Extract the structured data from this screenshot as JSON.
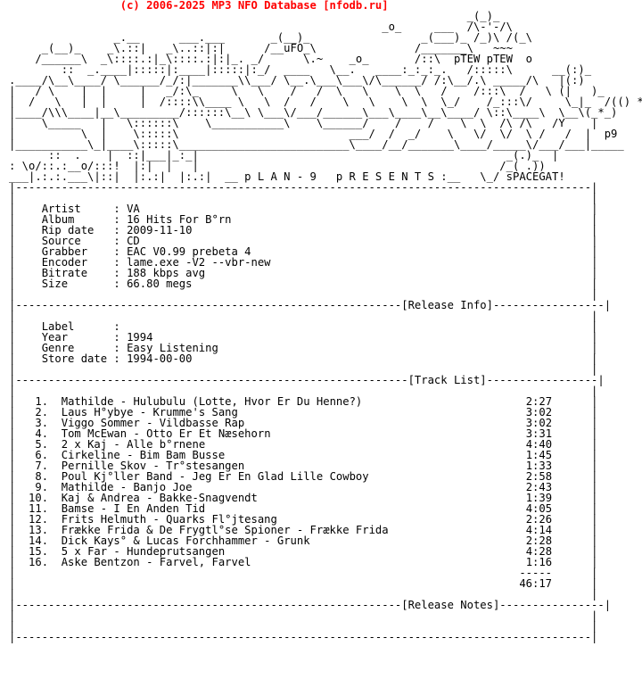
{
  "header": {
    "banner": "(c) 2006-2025 MP3 NFO Database [nfodb.ru]",
    "color": "#ff0000"
  },
  "nfo": {
    "logo_lines": [
      "                                                                      _(_)_",
      "                                                         _o_     ___  /\\-'-/\\",
      "                _.__      ___.___       _(__)_                 _(___)_ /_)\\ /(_\\",
      "     _(__)_    _\\.::|   _\\..::|:|      /__uFO_\\               /_______\\   ~~~",
      "    /______\\  _\\::::.:|_\\::::.:|:|_. _/      \\.~    _o_       /::\\  pTEW pTEW  o",
      "        ::  _.____|:::::|:____|:::::|:_/  ____   \\__.   ____:_:_:_.   /:::::\\      __(:)_",
      ".____/\\__\\____/ \\______/_/:|_______\\\\___/ \\__.\\___\\___\\/\\______/ /:\\__/.\\ _____/\\   |(:)",
      "|   / \\    |  |     |   _/:\\_     \\   \\    /   /  \\   \\    \\  \\   /    /:::\\  /   \\ (|   )_",
      "|  /   \\   |  |     |  /::::\\\\____ \\   \\  /   /    \\   \\    \\  \\  \\_/    /_:::\\/     \\_|_  /(() * )",
      "|____/\\\\\\____|__\\_________/::::::\\__\\ \\___\\/___/______\\___\\____\\__\\____/ \\::\\____\\  \\__\\(_*_)",
      "|    \\_____   |   \\::::::\\    \\___________\\    \\______/    /    /    \\  \\  /\\ /\\   /Y    |",
      "|          \\  |    \\:::::\\                          ___/  /  _/    \\   \\/  \\/  \\ /   /  |  p9",
      "|___________\\_|____\\:::::\\__________________________\\____/__/_______\\____/_____\\/___/___|_____",
      "      ::  .    |  ::|___|_:_|                                               _(.)_  |",
      ": \\o/::.:__o/:::!  |:|  |   |                                              /_( .))",
      "___|.:.:.___\\|::|  |:.:|  |:.:|  __ p L A N - 9   p R E S E N T S :__   \\_/ sPACEGAT!"
    ],
    "top_rule": "|----------------------------------------------------------------------------------------|",
    "tags": [
      {
        "label": "Artist     :",
        "value": "VA"
      },
      {
        "label": "Album      :",
        "value": "16 Hits For B°rn"
      },
      {
        "label": "Rip date   :",
        "value": "2009-11-10"
      },
      {
        "label": "Source     :",
        "value": "CD"
      },
      {
        "label": "Grabber    :",
        "value": "EAC V0.99 prebeta 4"
      },
      {
        "label": "Encoder    :",
        "value": "lame.exe -V2 --vbr-new"
      },
      {
        "label": "Bitrate    :",
        "value": "188 kbps avg"
      },
      {
        "label": "Size       :",
        "value": "66.80 megs"
      }
    ],
    "release_info_rule": "|-----------------------------------------------------------[Release Info]-----------------|",
    "release_info": [
      {
        "label": "Label      :",
        "value": ""
      },
      {
        "label": "Year       :",
        "value": "1994"
      },
      {
        "label": "Genre      :",
        "value": "Easy Listening"
      },
      {
        "label": "Store date :",
        "value": "1994-00-00"
      }
    ],
    "track_list_rule": "|------------------------------------------------------------[Track List]-----------------|",
    "tracks": [
      {
        "no": "1.",
        "title": "Mathilde - Hulubulu (Lotte, Hvor Er Du Henne?)",
        "time": "2:27"
      },
      {
        "no": "2.",
        "title": "Laus H°ybye - Krumme's Sang",
        "time": "3:02"
      },
      {
        "no": "3.",
        "title": "Viggo Sommer - Vildbasse Rap",
        "time": "3:02"
      },
      {
        "no": "4.",
        "title": "Tom McEwan - Otto Er Et Næsehorn",
        "time": "3:31"
      },
      {
        "no": "5.",
        "title": "2 x Kaj - Alle b°rnene",
        "time": "4:40"
      },
      {
        "no": "6.",
        "title": "Cirkeline - Bim Bam Busse",
        "time": "1:45"
      },
      {
        "no": "7.",
        "title": "Pernille Skov - Tr°stesangen",
        "time": "1:33"
      },
      {
        "no": "8.",
        "title": "Poul Kj°ller Band - Jeg Er En Glad Lille Cowboy",
        "time": "2:58"
      },
      {
        "no": "9.",
        "title": "Mathilde - Banjo Joe",
        "time": "2:43"
      },
      {
        "no": "10.",
        "title": "Kaj & Andrea - Bakke-Snagvendt",
        "time": "1:39"
      },
      {
        "no": "11.",
        "title": "Bamse - I En Anden Tid",
        "time": "4:05"
      },
      {
        "no": "12.",
        "title": "Frits Helmuth - Quarks Fl°jtesang",
        "time": "2:26"
      },
      {
        "no": "13.",
        "title": "Frække Frida & De Frygtl°se Spioner - Frække Frida",
        "time": "4:14"
      },
      {
        "no": "14.",
        "title": "Dick Kays° & Lucas Forchhammer - Grunk",
        "time": "2:28"
      },
      {
        "no": "15.",
        "title": "5 x Far - Hundeprutsangen",
        "time": "4:28"
      },
      {
        "no": "16.",
        "title": "Aske Bentzon - Farvel, Farvel",
        "time": "1:16"
      }
    ],
    "total_rule": "-----",
    "total_time": "46:17",
    "release_notes_rule": "|-----------------------------------------------------------[Release Notes]----------------|",
    "bottom_rule": "|----------------------------------------------------------------------------------------|"
  }
}
